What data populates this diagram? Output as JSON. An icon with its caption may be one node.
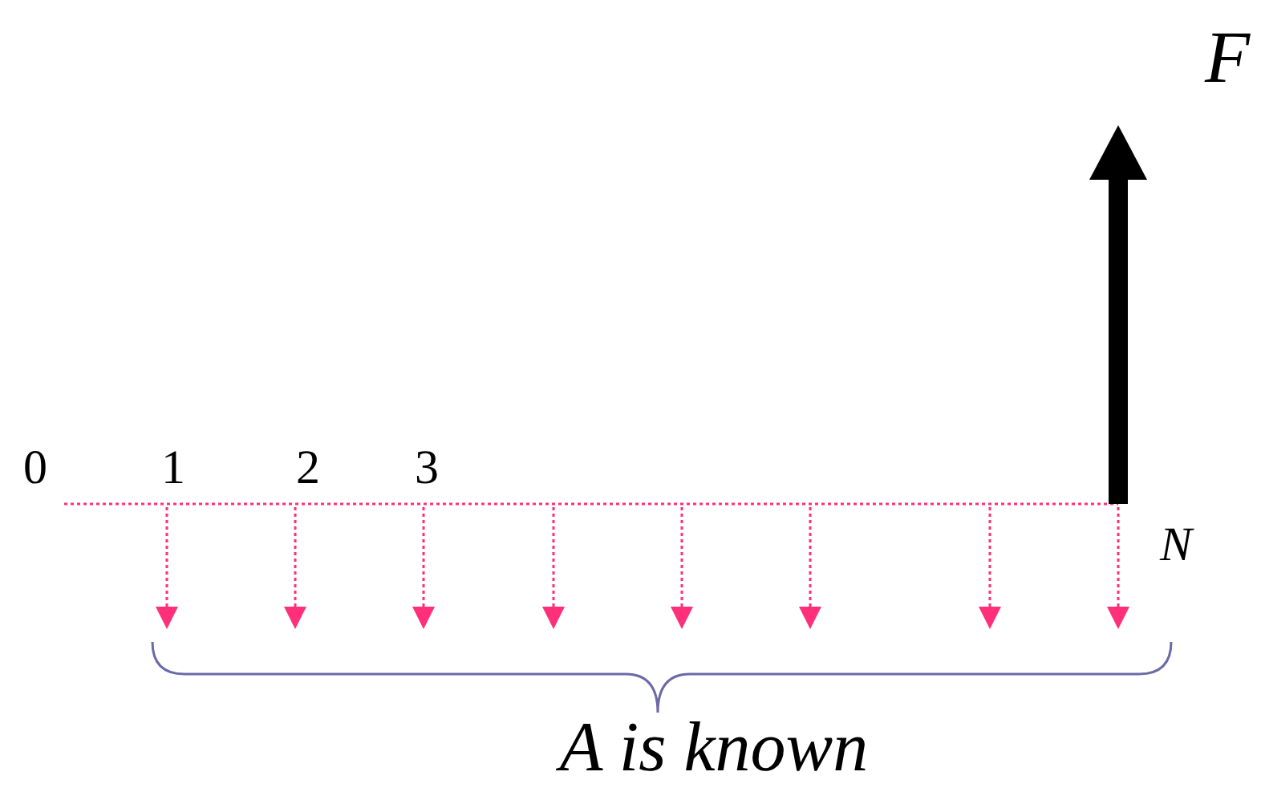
{
  "diagram": {
    "labels": [
      "F",
      "0",
      "1",
      "2",
      "3",
      "N",
      "A is known"
    ]
  }
}
